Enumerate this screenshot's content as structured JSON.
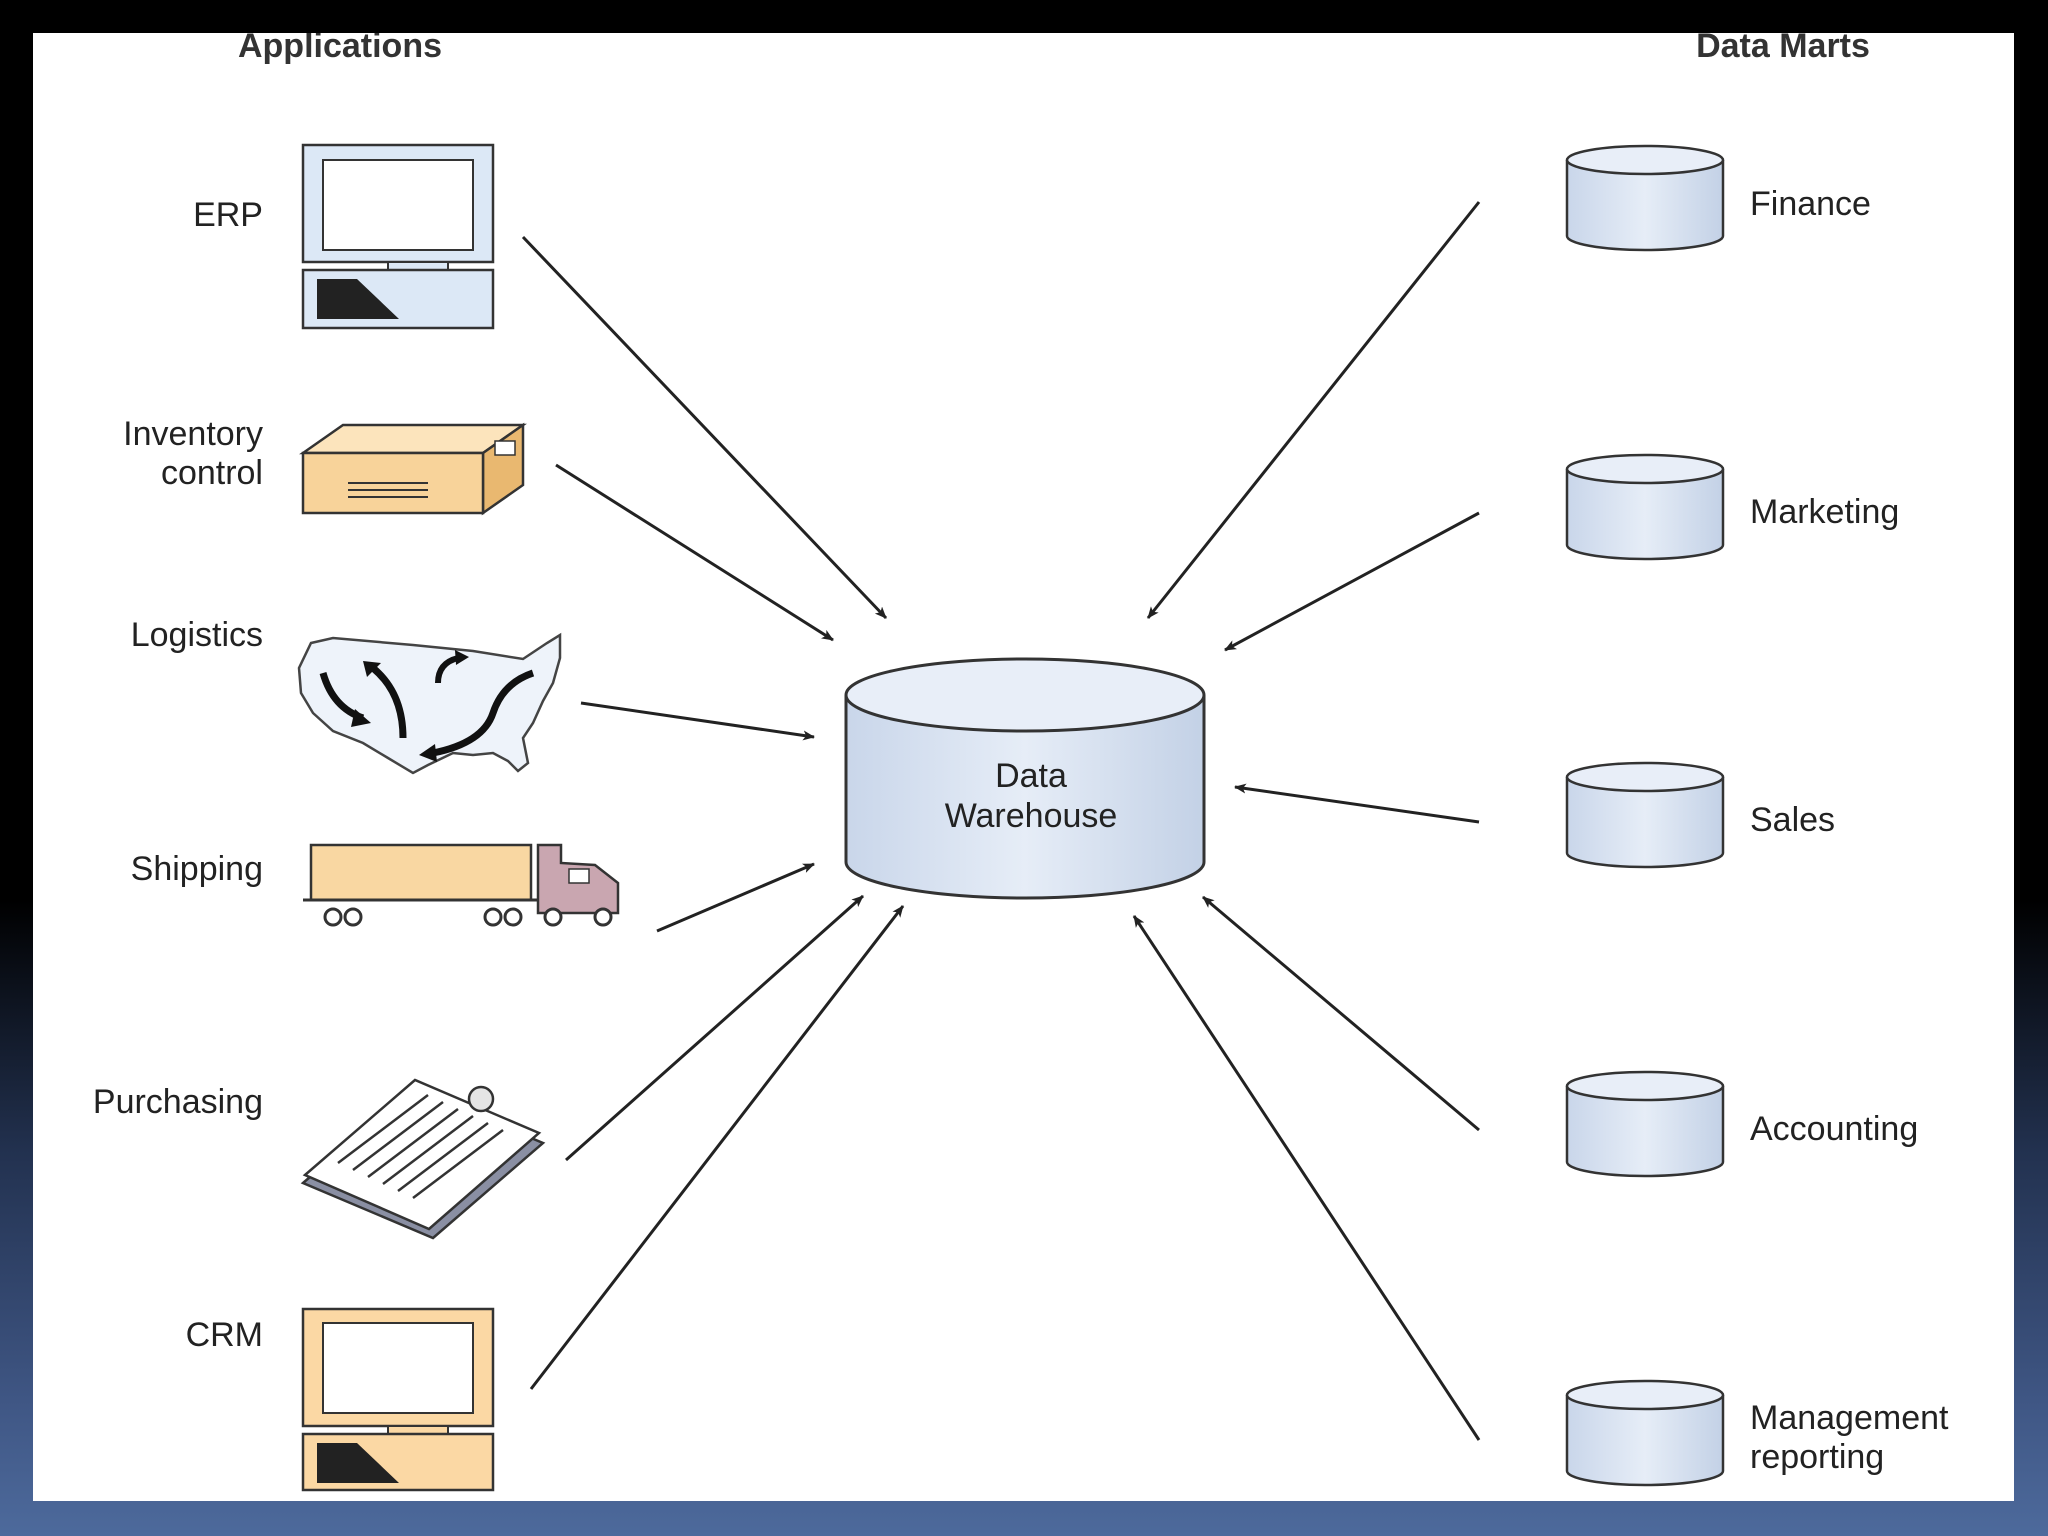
{
  "headers": {
    "applications": "Applications",
    "data_marts": "Data Marts"
  },
  "center": {
    "line1": "Data",
    "line2": "Warehouse"
  },
  "applications": [
    {
      "label_lines": [
        "ERP"
      ],
      "icon": "computer-icon"
    },
    {
      "label_lines": [
        "Inventory",
        "control"
      ],
      "icon": "box-icon"
    },
    {
      "label_lines": [
        "Logistics"
      ],
      "icon": "us-map-icon"
    },
    {
      "label_lines": [
        "Shipping"
      ],
      "icon": "truck-icon"
    },
    {
      "label_lines": [
        "Purchasing"
      ],
      "icon": "clipboard-icon"
    },
    {
      "label_lines": [
        "CRM"
      ],
      "icon": "computer-icon"
    }
  ],
  "data_marts": [
    {
      "label_lines": [
        "Finance"
      ],
      "icon": "database-icon"
    },
    {
      "label_lines": [
        "Marketing"
      ],
      "icon": "database-icon"
    },
    {
      "label_lines": [
        "Sales"
      ],
      "icon": "database-icon"
    },
    {
      "label_lines": [
        "Accounting"
      ],
      "icon": "database-icon"
    },
    {
      "label_lines": [
        "Management",
        "reporting"
      ],
      "icon": "database-icon"
    }
  ],
  "colors": {
    "cylinder_fill": "#dbe4f2",
    "computer_fill": "#dce8f6",
    "crm_fill": "#fbd8a4",
    "box_fill": "#f8d39a",
    "truck_trailer": "#f9d7a2",
    "truck_cab": "#c9a6b0"
  }
}
